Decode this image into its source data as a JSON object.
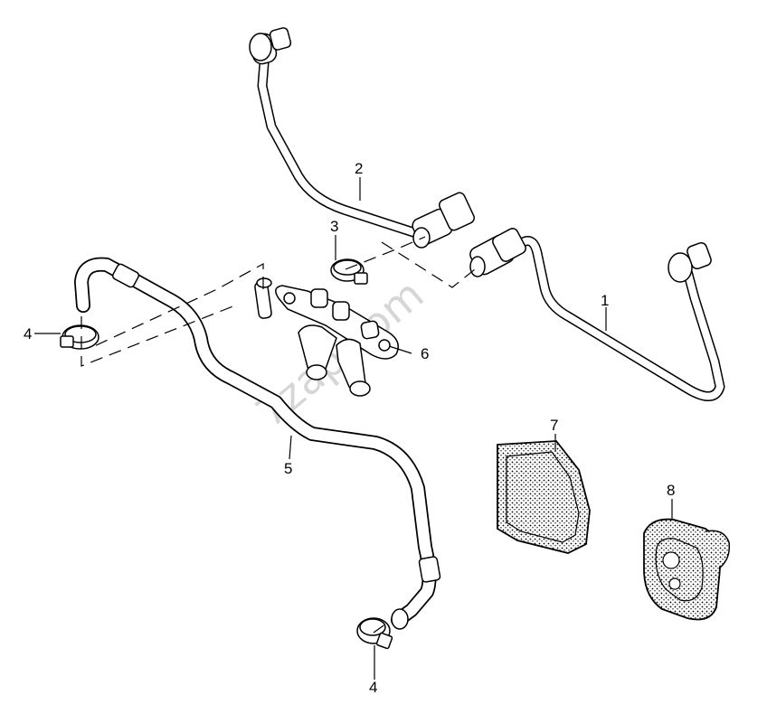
{
  "diagram": {
    "watermark": "7zap.com",
    "callouts": {
      "c1": "1",
      "c2": "2",
      "c3": "3",
      "c4a": "4",
      "c4b": "4",
      "c5": "5",
      "c6": "6",
      "c7": "7",
      "c8": "8"
    }
  }
}
